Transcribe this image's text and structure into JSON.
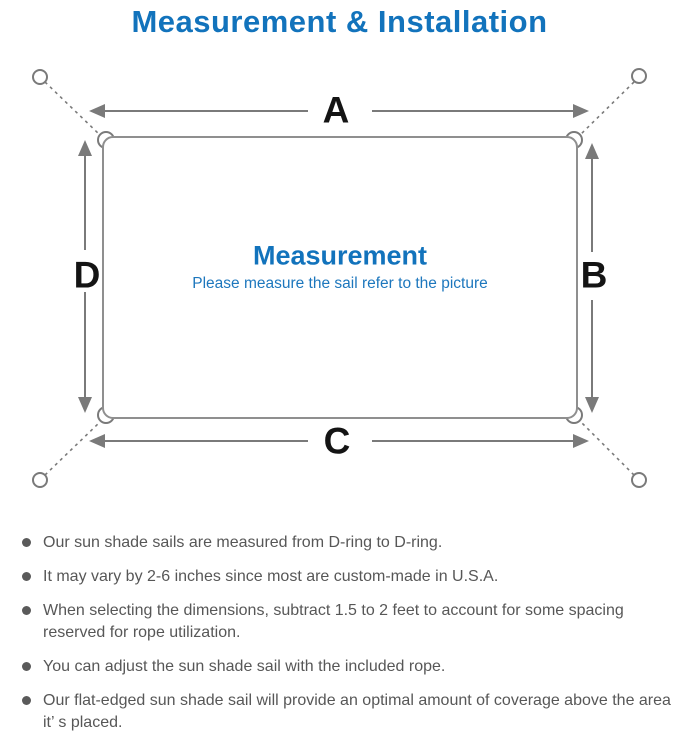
{
  "title": "Measurement & Installation",
  "diagram": {
    "labels": {
      "top": "A",
      "right": "B",
      "bottom": "C",
      "left": "D"
    },
    "center_title": "Measurement",
    "center_subtitle": "Please measure the sail refer to the picture"
  },
  "colors": {
    "accent_blue": "#1273bc",
    "line_gray": "#7a7a7a",
    "rect_border_gray": "#8f8f8f",
    "label_black": "#141414",
    "note_text_gray": "#575757"
  },
  "bullets": [
    "Our sun shade sails are measured from D-ring to D-ring.",
    "It may vary by 2-6 inches since most are custom-made in U.S.A.",
    "When selecting the dimensions, subtract 1.5 to 2 feet to account for some spacing reserved for rope utilization.",
    "You can adjust the sun shade sail with the included rope.",
    "Our flat-edged sun shade sail will provide an optimal amount of coverage above the area it’ s placed."
  ]
}
